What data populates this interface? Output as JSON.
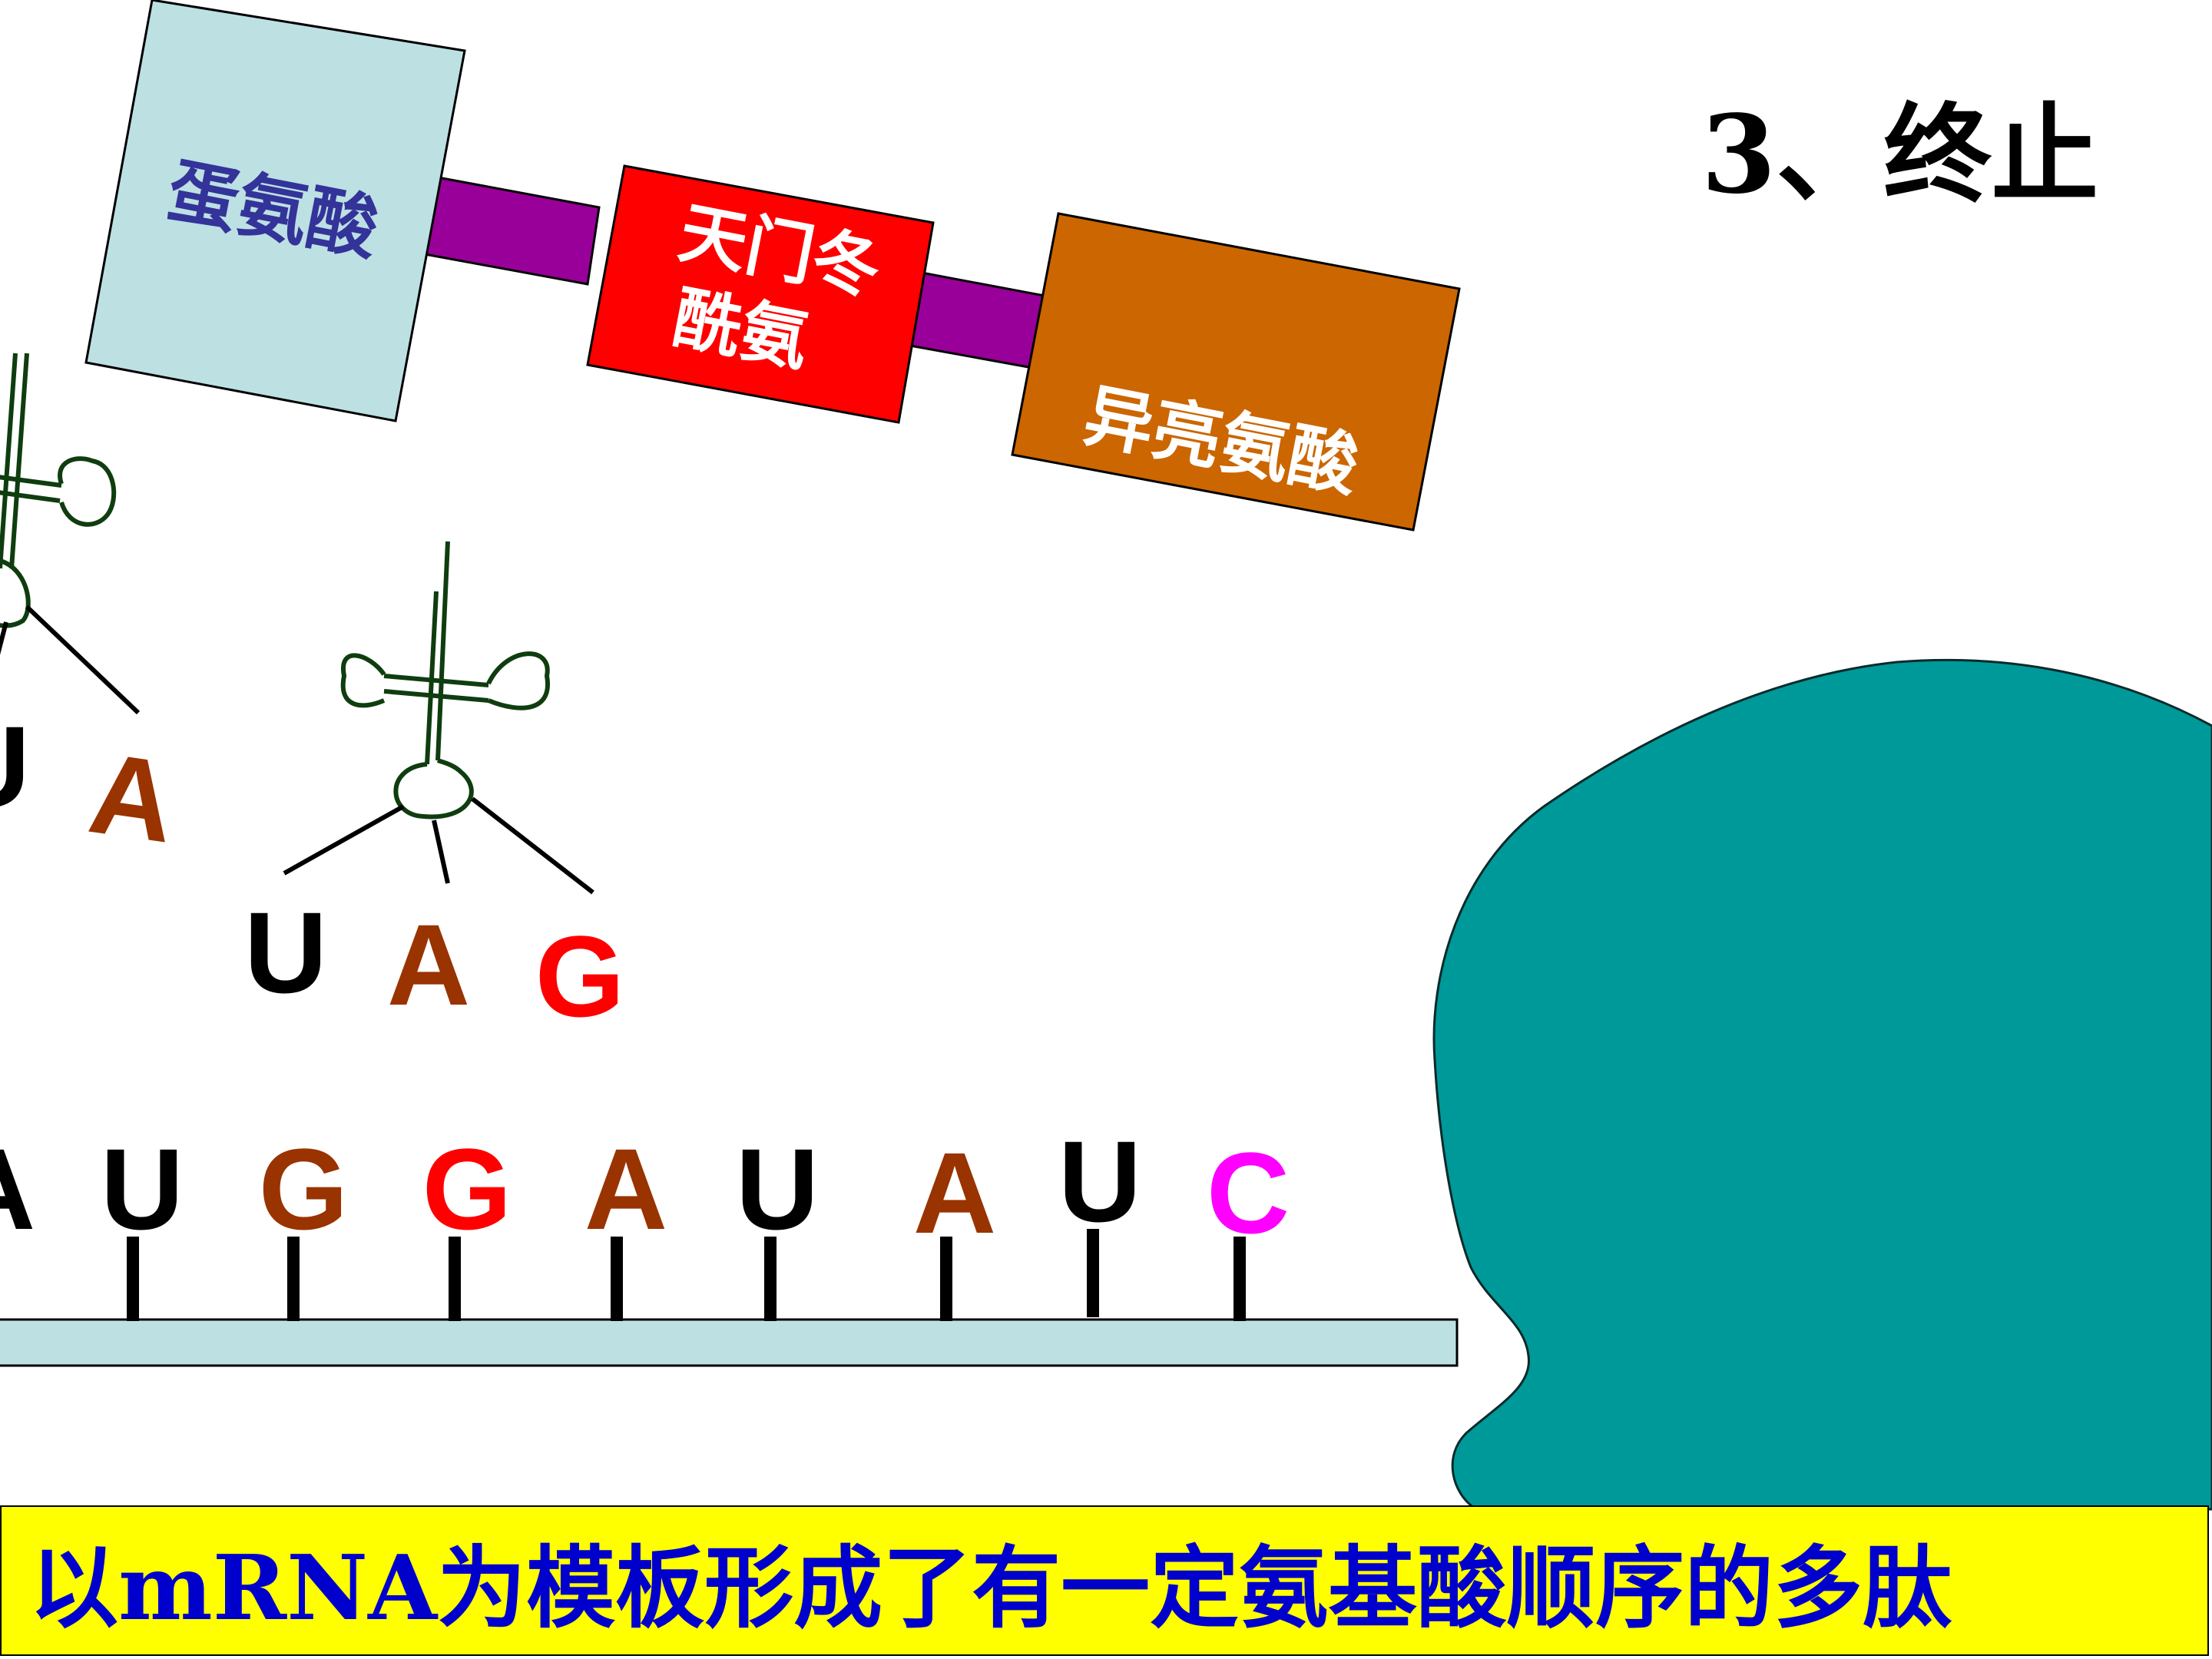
{
  "title": "3、终止",
  "colors": {
    "mrna_strand": "#bde0e3",
    "ribosome": "#009999",
    "peptide_bond": "#990099",
    "text_blue": "#333399",
    "banner_bg": "#ffff00",
    "banner_text": "#0000cc",
    "base_A": "#993300",
    "base_U": "#000000",
    "base_G_dark": "#993300",
    "base_G_red": "#ff0000",
    "base_C": "#ff00ff",
    "trna": "#0f3d0f"
  },
  "amino_acids": {
    "met": "蛋氨酸",
    "asp_line1": "天门冬",
    "asp_line2": "酰氨",
    "ile": "异亮氨酸"
  },
  "trna_left": {
    "anticodon": [
      "U",
      "A"
    ]
  },
  "trna_right": {
    "anticodon": [
      "U",
      "A",
      "G"
    ]
  },
  "mrna_bases": [
    "A",
    "U",
    "G",
    "G",
    "A",
    "U",
    "A",
    "U",
    "C"
  ],
  "banner": "以mRNA为模板形成了有一定氨基酸顺序的多肽"
}
